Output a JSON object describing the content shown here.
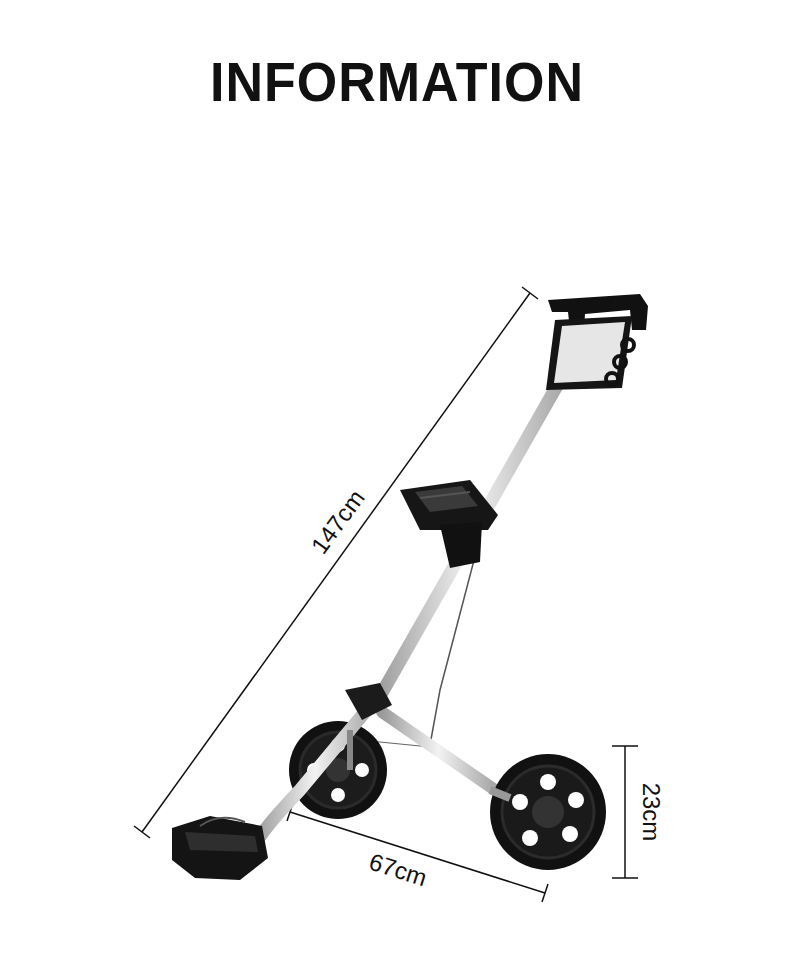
{
  "diagram": {
    "title": "INFORMATION",
    "labels": [
      "147cm",
      "67cm",
      "23cm"
    ]
  }
}
